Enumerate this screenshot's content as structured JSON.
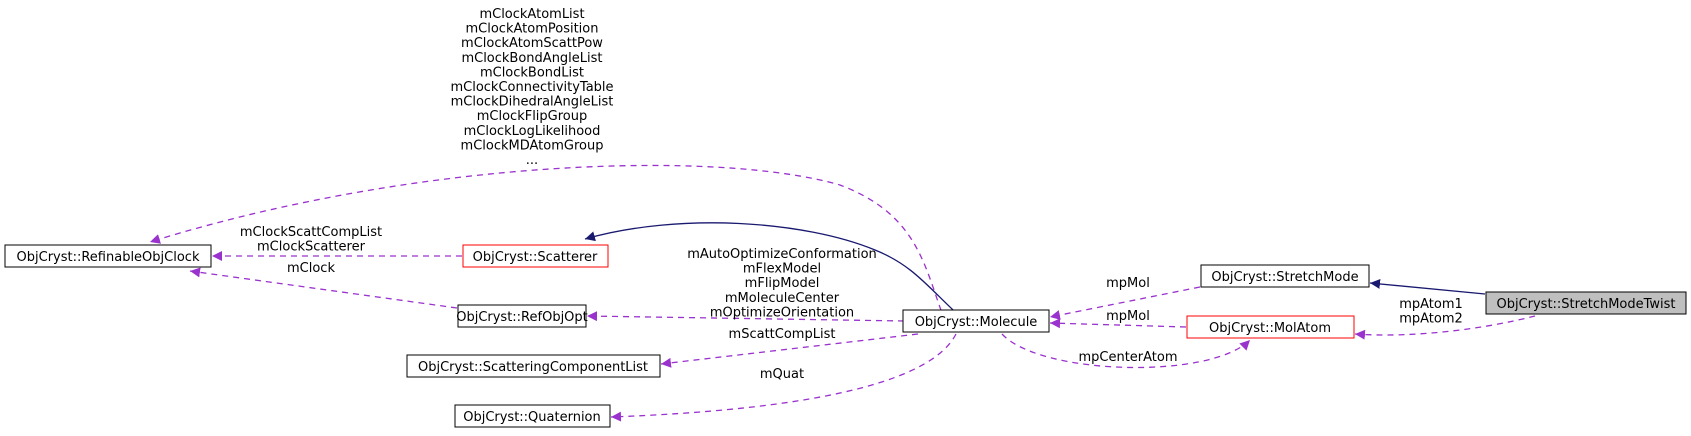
{
  "nodes": {
    "refinable_obj_clock": "ObjCryst::RefinableObjClock",
    "scatterer": "ObjCryst::Scatterer",
    "ref_obj_opt": "ObjCryst::RefObjOpt",
    "scattering_component_list": "ObjCryst::ScatteringComponentList",
    "quaternion": "ObjCryst::Quaternion",
    "molecule": "ObjCryst::Molecule",
    "stretch_mode": "ObjCryst::StretchMode",
    "mol_atom": "ObjCryst::MolAtom",
    "stretch_mode_twist": "ObjCryst::StretchModeTwist"
  },
  "edge_labels": {
    "molecule_to_clock": [
      "mClockAtomList",
      "mClockAtomPosition",
      "mClockAtomScattPow",
      "mClockBondAngleList",
      "mClockBondList",
      "mClockConnectivityTable",
      "mClockDihedralAngleList",
      "mClockFlipGroup",
      "mClockLogLikelihood",
      "mClockMDAtomGroup",
      "..."
    ],
    "scatterer_to_clock": [
      "mClockScattCompList",
      "mClockScatterer"
    ],
    "refobjopt_to_clock": [
      "mClock"
    ],
    "molecule_to_refobjopt": [
      "mAutoOptimizeConformation",
      "mFlexModel",
      "mFlipModel",
      "mMoleculeCenter",
      "mOptimizeOrientation"
    ],
    "molecule_to_scattcomplist": [
      "mScattCompList"
    ],
    "molecule_to_quaternion": [
      "mQuat"
    ],
    "stretchmode_to_molecule": [
      "mpMol"
    ],
    "molatom_to_molecule": [
      "mpMol"
    ],
    "molecule_to_molatom": [
      "mpCenterAtom"
    ],
    "twist_to_molatom": [
      "mpAtom1",
      "mpAtom2"
    ]
  },
  "colors": {
    "inheritance_edge": "#191970",
    "member_edge": "#9a32cd",
    "incomplete_node_border": "#ff0000",
    "focus_node_fill": "#bfbfbf"
  }
}
